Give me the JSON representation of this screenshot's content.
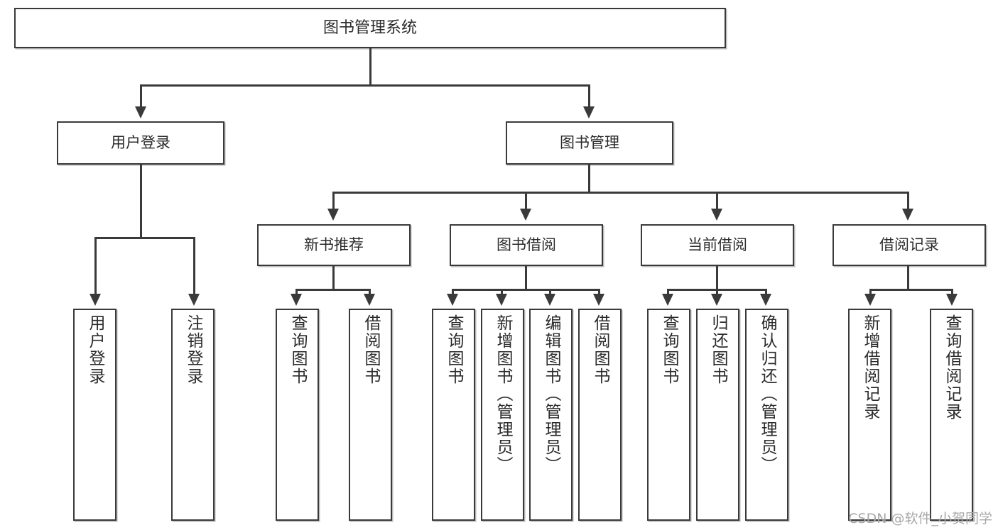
{
  "diagram": {
    "title": "图书管理系统",
    "type": "tree",
    "root": {
      "id": "root",
      "label": "图书管理系统"
    },
    "level1": [
      {
        "id": "user-login",
        "label": "用户登录"
      },
      {
        "id": "book-manage",
        "label": "图书管理"
      }
    ],
    "level2": [
      {
        "id": "new-book-recommend",
        "label": "新书推荐",
        "parent": "book-manage"
      },
      {
        "id": "book-borrow",
        "label": "图书借阅",
        "parent": "book-manage"
      },
      {
        "id": "current-borrow",
        "label": "当前借阅",
        "parent": "book-manage"
      },
      {
        "id": "borrow-record",
        "label": "借阅记录",
        "parent": "book-manage"
      }
    ],
    "leaves": [
      {
        "id": "leaf-user-login",
        "label": "用户登录",
        "parent": "user-login"
      },
      {
        "id": "leaf-user-logout",
        "label": "注销登录",
        "parent": "user-login"
      },
      {
        "id": "leaf-query-book-1",
        "label": "查询图书",
        "parent": "new-book-recommend"
      },
      {
        "id": "leaf-borrow-book-1",
        "label": "借阅图书",
        "parent": "new-book-recommend"
      },
      {
        "id": "leaf-query-book-2",
        "label": "查询图书",
        "parent": "book-borrow"
      },
      {
        "id": "leaf-add-book",
        "label": "新增图书（管理员）",
        "parent": "book-borrow"
      },
      {
        "id": "leaf-edit-book",
        "label": "编辑图书（管理员）",
        "parent": "book-borrow"
      },
      {
        "id": "leaf-borrow-book-2",
        "label": "借阅图书",
        "parent": "book-borrow"
      },
      {
        "id": "leaf-query-book-3",
        "label": "查询图书",
        "parent": "current-borrow"
      },
      {
        "id": "leaf-return-book",
        "label": "归还图书",
        "parent": "current-borrow"
      },
      {
        "id": "leaf-confirm-return",
        "label": "确认归还（管理员）",
        "parent": "current-borrow"
      },
      {
        "id": "leaf-add-record",
        "label": "新增借阅记录",
        "parent": "borrow-record"
      },
      {
        "id": "leaf-query-record",
        "label": "查询借阅记录",
        "parent": "borrow-record"
      }
    ]
  },
  "watermark": {
    "text": "CSDN @软件_小贺同学"
  },
  "colors": {
    "stroke": "#3a3a3a",
    "fill": "#ffffff",
    "text": "#2b2b2b",
    "watermark": "#a8a8a8"
  }
}
